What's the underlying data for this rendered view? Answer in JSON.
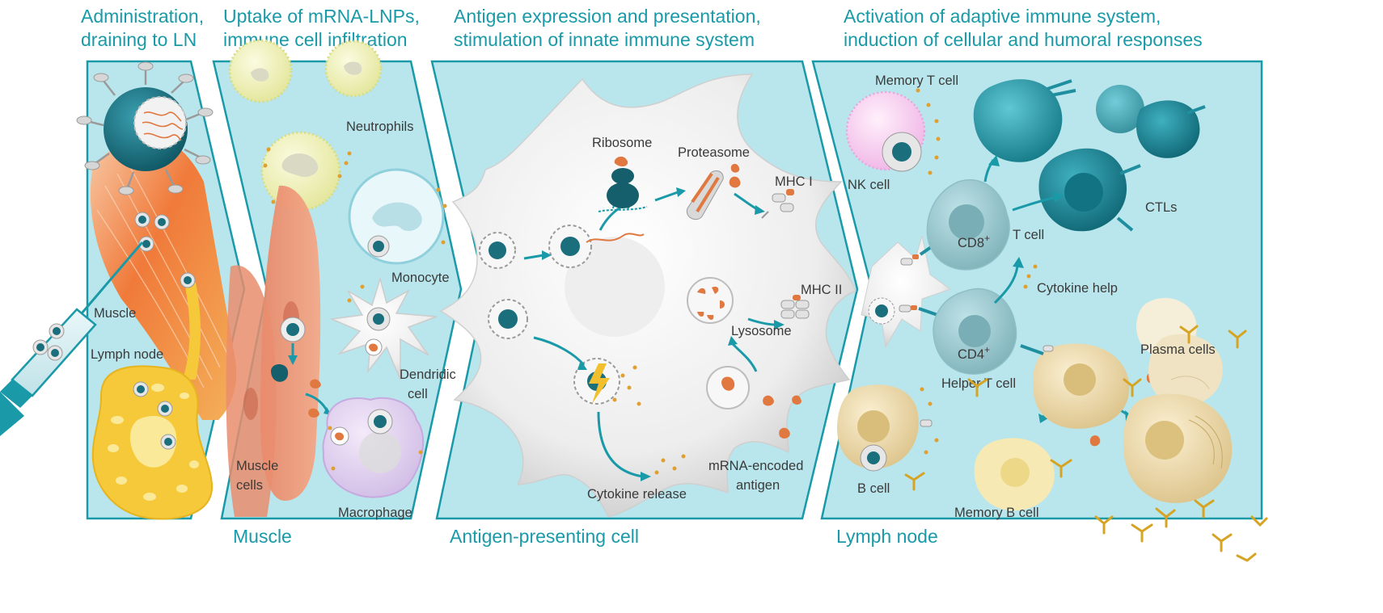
{
  "headers": {
    "panel1": [
      "Administration,",
      "draining to LN"
    ],
    "panel2": [
      "Uptake of mRNA-LNPs,",
      "immune cell infiltration"
    ],
    "panel3": [
      "Antigen expression and presentation,",
      "stimulation of innate immune system"
    ],
    "panel4": [
      "Activation of adaptive immune system,",
      "induction of cellular and humoral responses"
    ]
  },
  "footers": {
    "muscle": "Muscle",
    "apc": "Antigen-presenting cell",
    "lymph": "Lymph node"
  },
  "labels": {
    "muscle": "Muscle",
    "lymph_node": "Lymph node",
    "neutrophils": "Neutrophils",
    "monocyte": "Monocyte",
    "dendritic": [
      "Dendridic",
      "cell"
    ],
    "macrophage": "Macrophage",
    "muscle_cells": [
      "Muscle",
      "cells"
    ],
    "ribosome": "Ribosome",
    "proteasome": "Proteasome",
    "mhc1": "MHC I",
    "mhc2": "MHC II",
    "lysosome": "Lysosome",
    "cytokine_release": "Cytokine release",
    "antigen": [
      "mRNA-encoded",
      "antigen"
    ],
    "memory_t": "Memory T cell",
    "nk": "NK cell",
    "cd8": "CD8",
    "cd8_sup": "+",
    "t_cell": "T cell",
    "ctls": "CTLs",
    "cytokine_help": "Cytokine help",
    "cd4": "CD4",
    "cd4_sup": "+",
    "helper_t": "Helper T cell",
    "plasma": "Plasma cells",
    "b_cell": "B cell",
    "memory_b": "Memory B cell"
  },
  "colors": {
    "teal": "#1a9aa8",
    "panel_bg": "#b9e6ec",
    "lnp": "#1b6e7c",
    "antigen": "#e07840",
    "cell_white": "#f2f2f2",
    "lymph_yellow": "#f5c93a",
    "muscle_orange": "#ef7a3a",
    "ctl": "#1f8fa0",
    "b_cell": "#edd9a4"
  }
}
